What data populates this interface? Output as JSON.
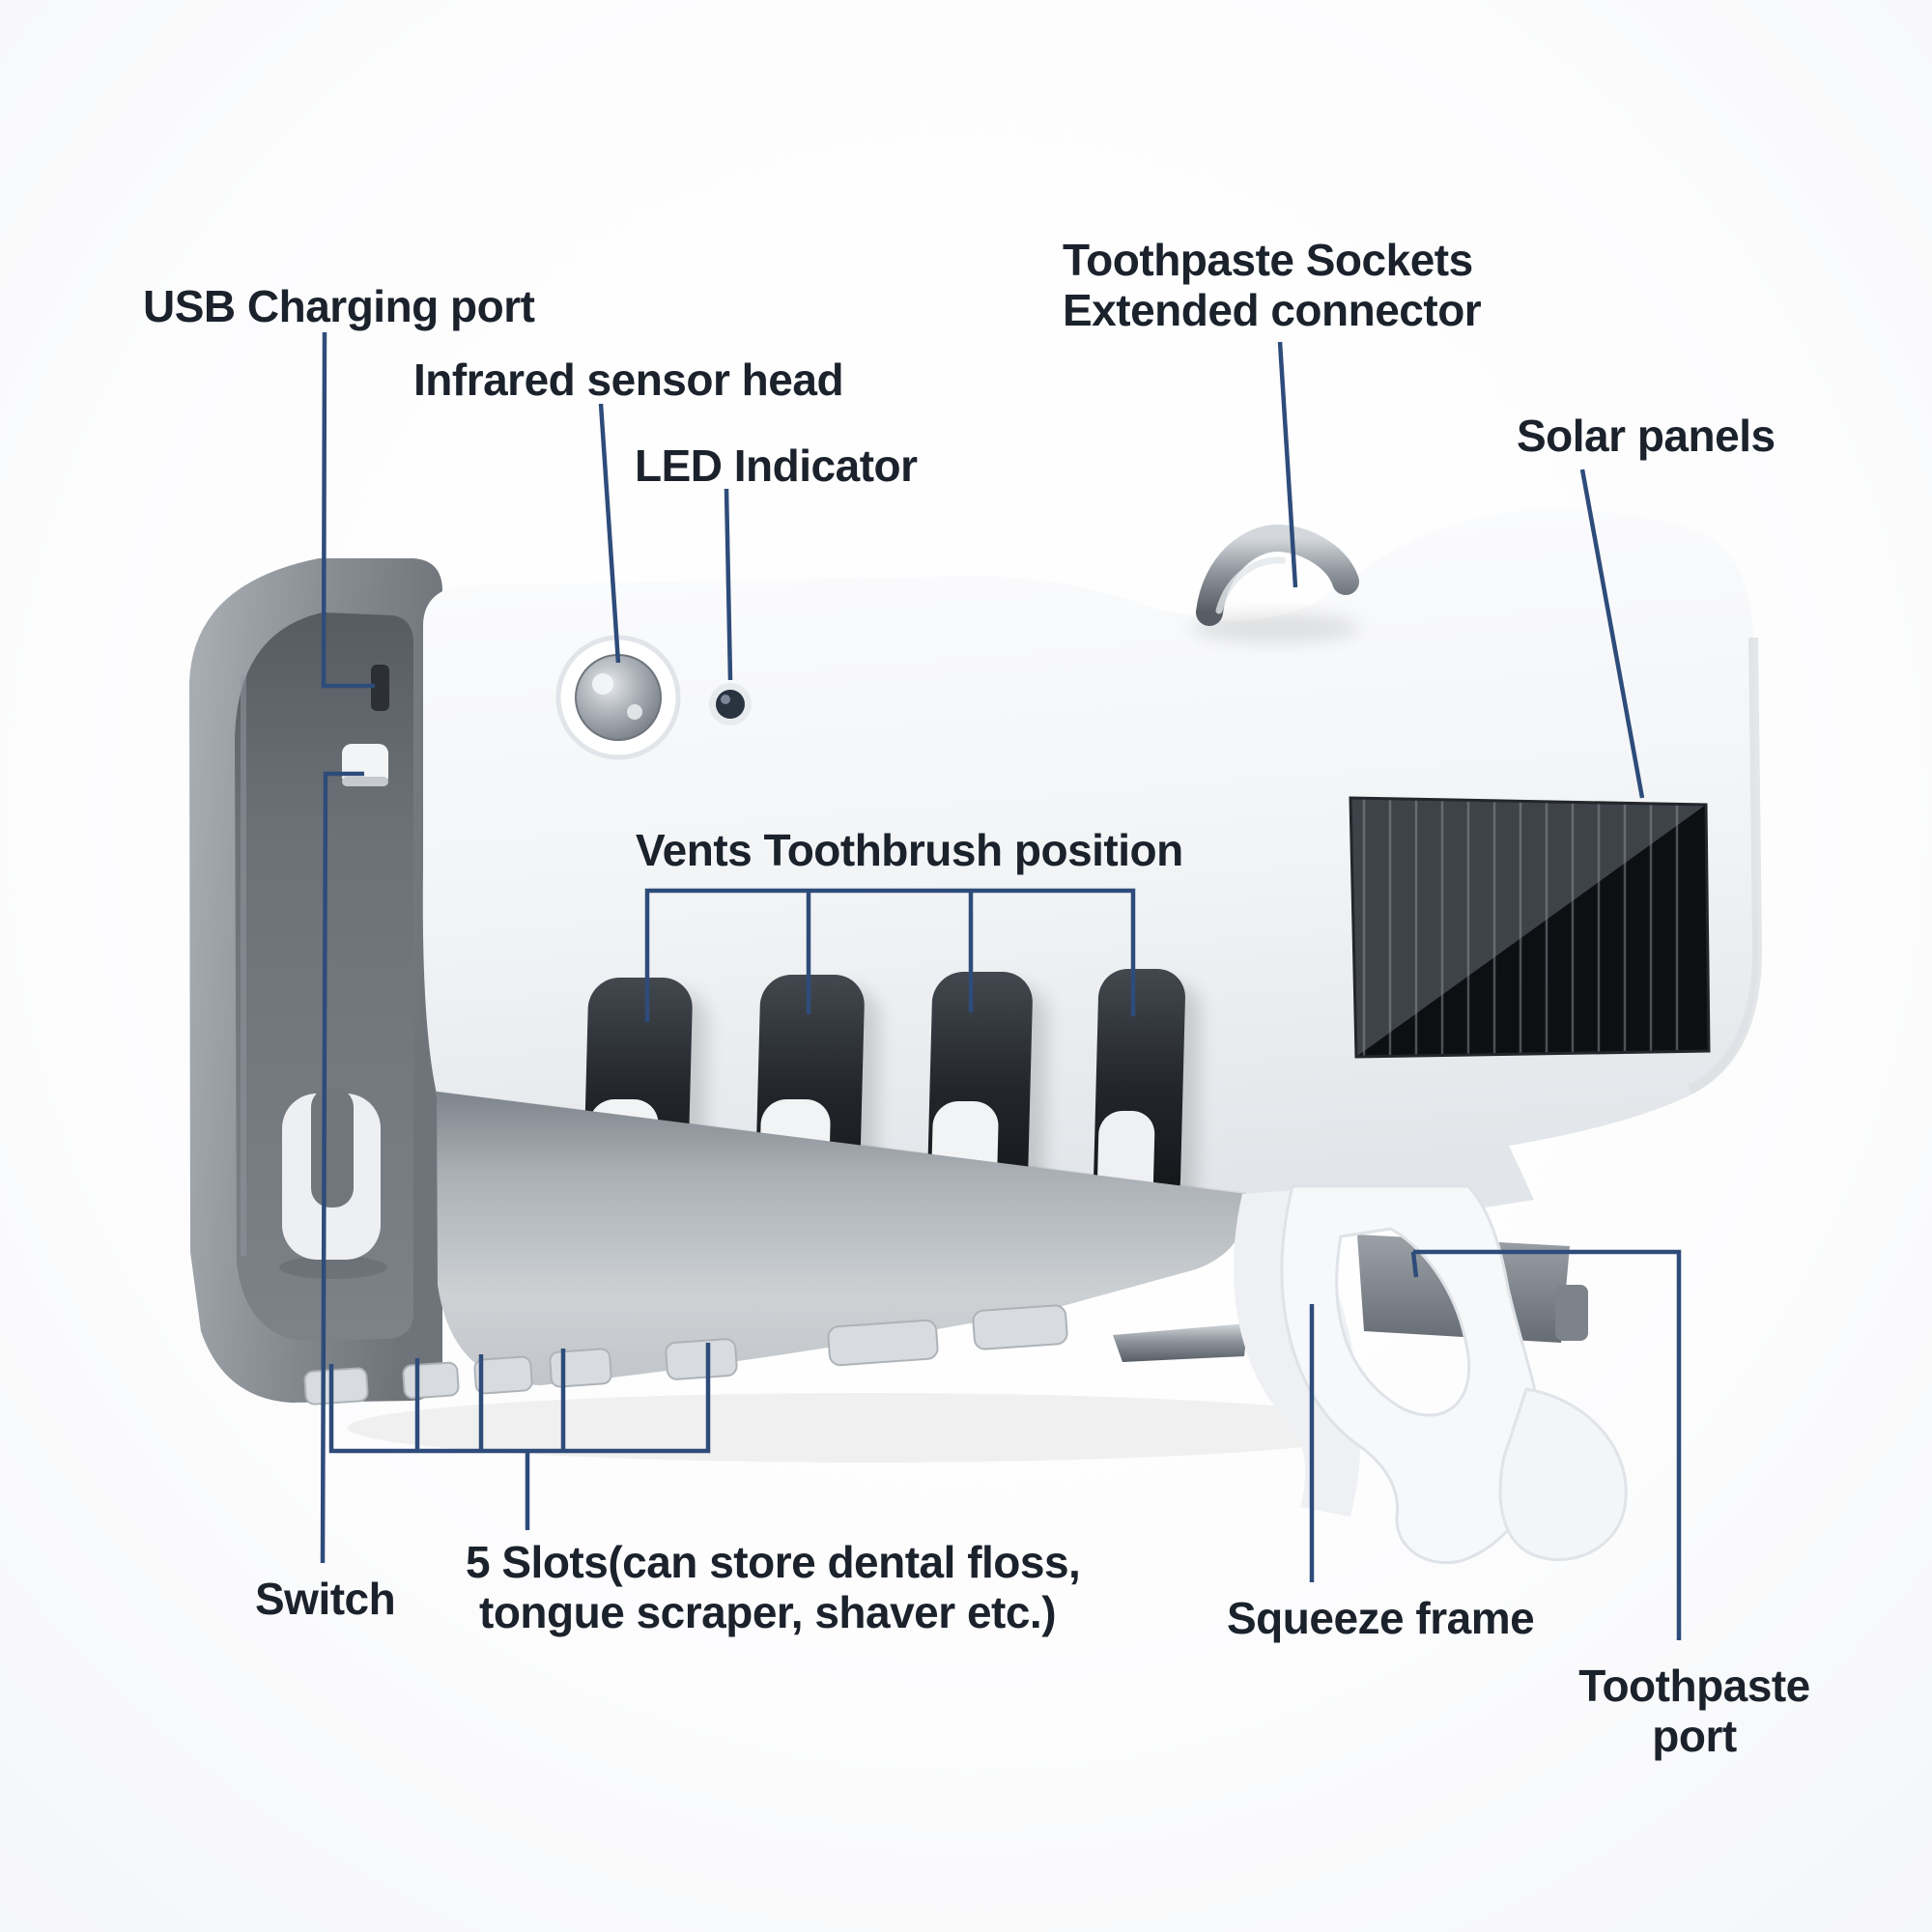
{
  "colors": {
    "label_text": "#1b222c",
    "leader_line": "#2e4c7a",
    "device_white": "#f4f6f8",
    "wall_plate_gray": "#8b9197",
    "solar_panel_dark": "#0d0f12",
    "chrome": "#9aa0a7"
  },
  "annotations": {
    "usb_charging_port": {
      "label": "USB Charging port"
    },
    "infrared_sensor_head": {
      "label": "Infrared sensor head"
    },
    "led_indicator": {
      "label": "LED Indicator"
    },
    "toothpaste_sockets": {
      "line1": "Toothpaste Sockets",
      "line2": "Extended connector"
    },
    "solar_panels": {
      "label": "Solar panels"
    },
    "vents_toothbrush_position": {
      "label": "Vents Toothbrush position"
    },
    "switch": {
      "label": "Switch"
    },
    "five_slots": {
      "line1": "5 Slots(can store dental floss,",
      "line2": "tongue scraper, shaver etc.)"
    },
    "squeeze_frame": {
      "label": "Squeeze frame"
    },
    "toothpaste_port": {
      "line1": "Toothpaste",
      "line2": "port"
    }
  }
}
